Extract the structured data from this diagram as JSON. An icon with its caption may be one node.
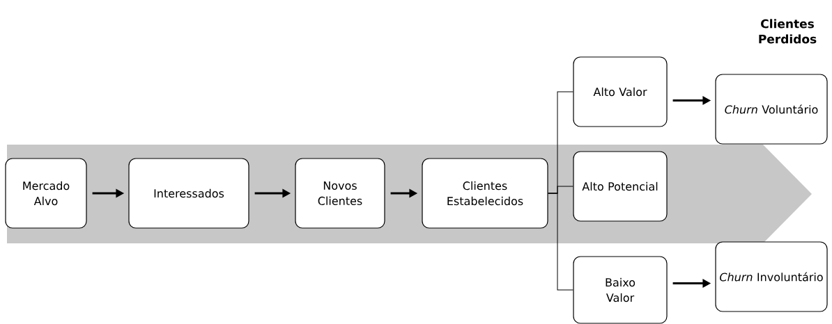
{
  "diagram": {
    "nodes": [
      {
        "text": [
          "Mercado Alvo"
        ]
      },
      {
        "text": [
          "Interessados"
        ]
      },
      {
        "text": [
          "Novos Clientes"
        ]
      },
      {
        "text": [
          "Clientes Estabelecidos"
        ]
      },
      {
        "text": [
          "Alto Valor"
        ]
      },
      {
        "text": [
          "Alto Potencial"
        ]
      },
      {
        "text": [
          "Baixo Valor"
        ]
      },
      {
        "text": [
          "*Churn* Voluntário"
        ]
      },
      {
        "text": [
          "*Churn* Involuntário"
        ]
      }
    ],
    "edges": [
      {
        "from": 0,
        "to": 1,
        "arrow": "to"
      },
      {
        "from": 1,
        "to": 2,
        "arrow": "to"
      },
      {
        "from": 2,
        "to": 3,
        "arrow": "to"
      },
      {
        "from": 3,
        "to": 4,
        "arrow": "none"
      },
      {
        "from": 3,
        "to": 5,
        "arrow": "none"
      },
      {
        "from": 3,
        "to": 6,
        "arrow": "none"
      },
      {
        "from": 4,
        "to": 7,
        "arrow": "to"
      },
      {
        "from": 6,
        "to": 8,
        "arrow": "to"
      }
    ],
    "labels": [
      "Clientes Perdidos"
    ]
  }
}
